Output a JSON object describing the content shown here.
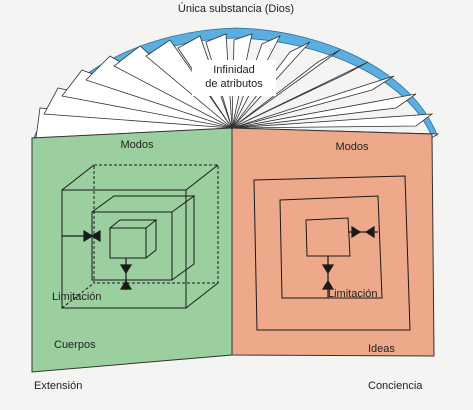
{
  "title": "Única substancia (Dios)",
  "fan_label_line1": "Infinidad",
  "fan_label_line2": "de atributos",
  "left_page": {
    "modes": "Modos",
    "limit": "Limitación",
    "things": "Cuerpos",
    "attribute": "Extensión"
  },
  "right_page": {
    "modes": "Modos",
    "limit": "Limitación",
    "things": "Ideas",
    "attribute": "Conciencia"
  },
  "colors": {
    "arc": "#5aaee0",
    "left_page": "#9ccfa0",
    "right_page": "#eea98a",
    "line": "#1a1a1a"
  }
}
